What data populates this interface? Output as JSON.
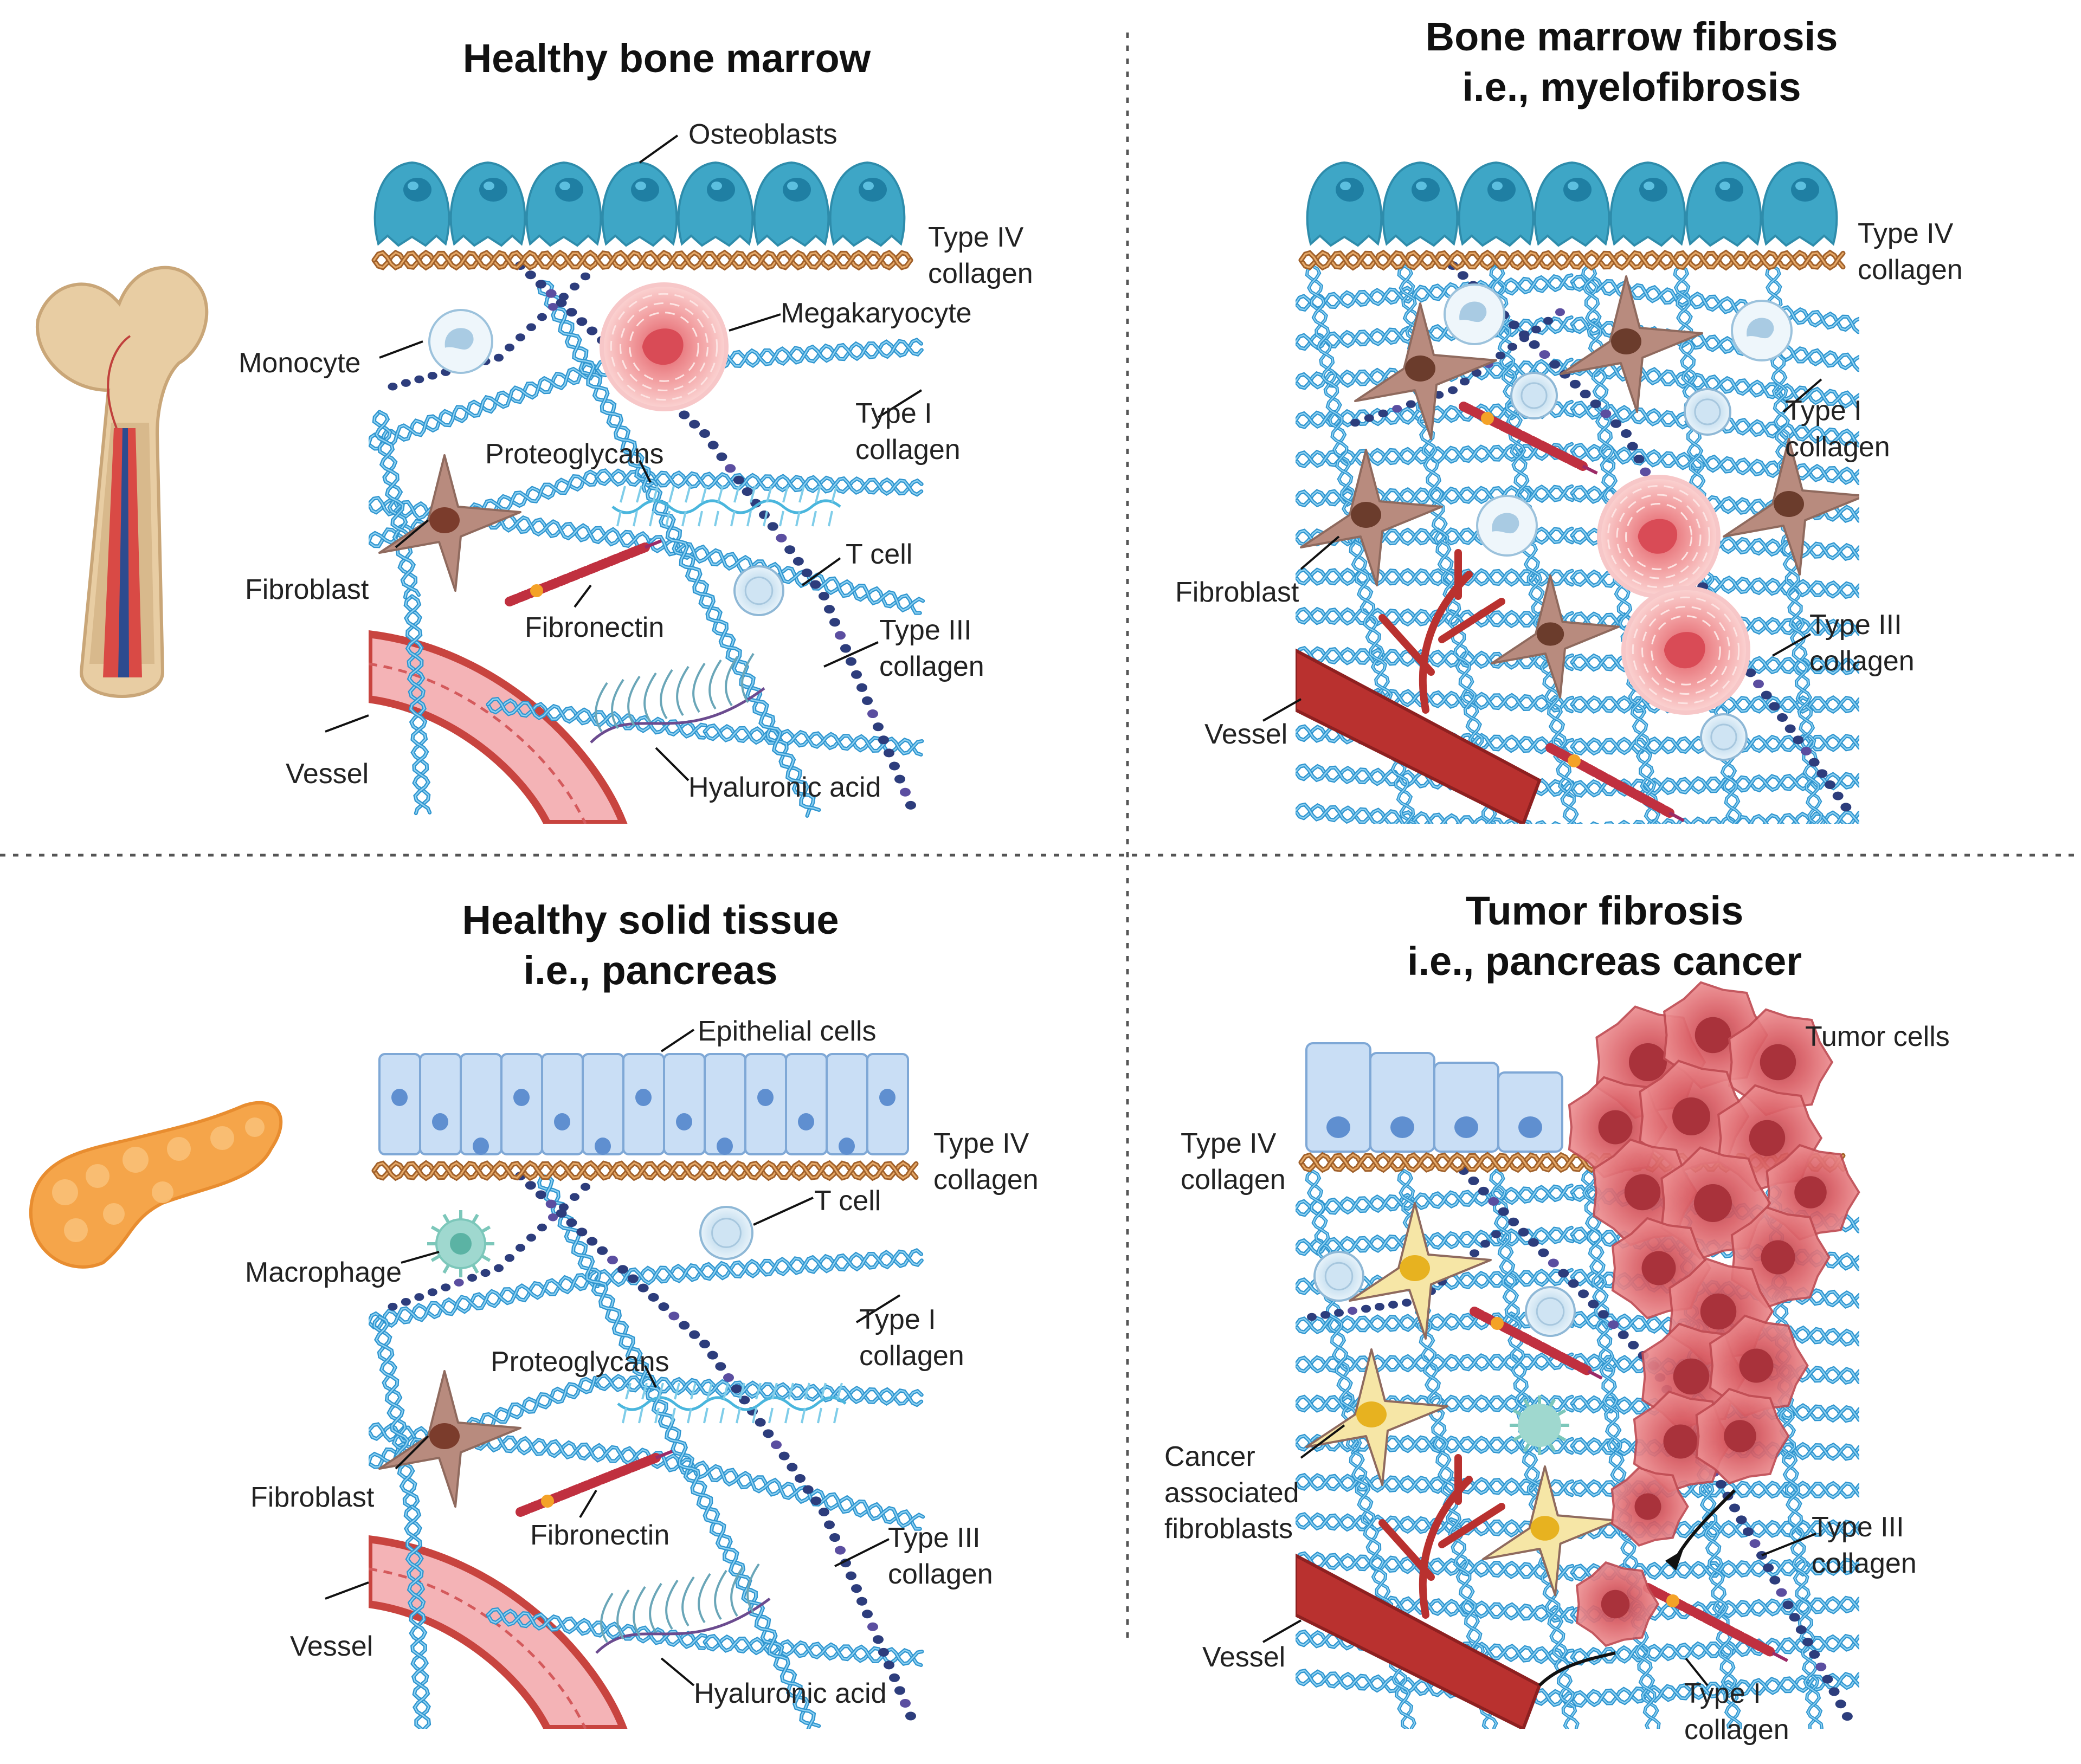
{
  "colors": {
    "collagen_blue": "#2f95cf",
    "collagen_light": "#8fd2f2",
    "basement_brown": "#a0602a",
    "osteoblast": "#3ea6c6",
    "fibroblast": "#b88b7e",
    "caf": "#f6e6a6",
    "vessel_red": "#c8443f",
    "vessel_pink": "#f4b3b6",
    "tumor": "#d45d63",
    "megakaryocyte": "#f3a0a3",
    "tcell": "#c6dff0",
    "macrophage": "#9fd8cf",
    "epithelium": "#c9def5",
    "dotted_chain": "#2d3d7c",
    "bone": "#e8cda3",
    "pancreas": "#f5a54a"
  },
  "icons": [
    "bone-icon",
    "pancreas-icon"
  ],
  "panels": {
    "tl": {
      "title": "Healthy bone marrow",
      "labels": {
        "osteoblasts": "Osteoblasts",
        "type4": "Type IV\ncollagen",
        "megakaryocyte": "Megakaryocyte",
        "monocyte": "Monocyte",
        "type1": "Type I\ncollagen",
        "proteoglycans": "Proteoglycans",
        "tcell": "T cell",
        "fibroblast": "Fibroblast",
        "fibronectin": "Fibronectin",
        "type3": "Type III\ncollagen",
        "vessel": "Vessel",
        "hyaluronic": "Hyaluronic acid"
      }
    },
    "tr": {
      "title": "Bone marrow fibrosis\ni.e., myelofibrosis",
      "labels": {
        "type4": "Type IV\ncollagen",
        "type1": "Type I\ncollagen",
        "fibroblast": "Fibroblast",
        "type3": "Type III\ncollagen",
        "vessel": "Vessel"
      }
    },
    "bl": {
      "title": "Healthy solid tissue\ni.e., pancreas",
      "labels": {
        "epithelial": "Epithelial cells",
        "type4": "Type IV\ncollagen",
        "tcell": "T cell",
        "macrophage": "Macrophage",
        "type1": "Type I\ncollagen",
        "proteoglycans": "Proteoglycans",
        "fibroblast": "Fibroblast",
        "fibronectin": "Fibronectin",
        "type3": "Type III\ncollagen",
        "vessel": "Vessel",
        "hyaluronic": "Hyaluronic acid"
      }
    },
    "br": {
      "title": "Tumor fibrosis\ni.e., pancreas cancer",
      "labels": {
        "tumor": "Tumor cells",
        "type4": "Type IV\ncollagen",
        "caf": "Cancer\nassociated\nfibroblasts",
        "type3": "Type III\ncollagen",
        "vessel": "Vessel",
        "type1": "Type I\ncollagen"
      }
    }
  }
}
